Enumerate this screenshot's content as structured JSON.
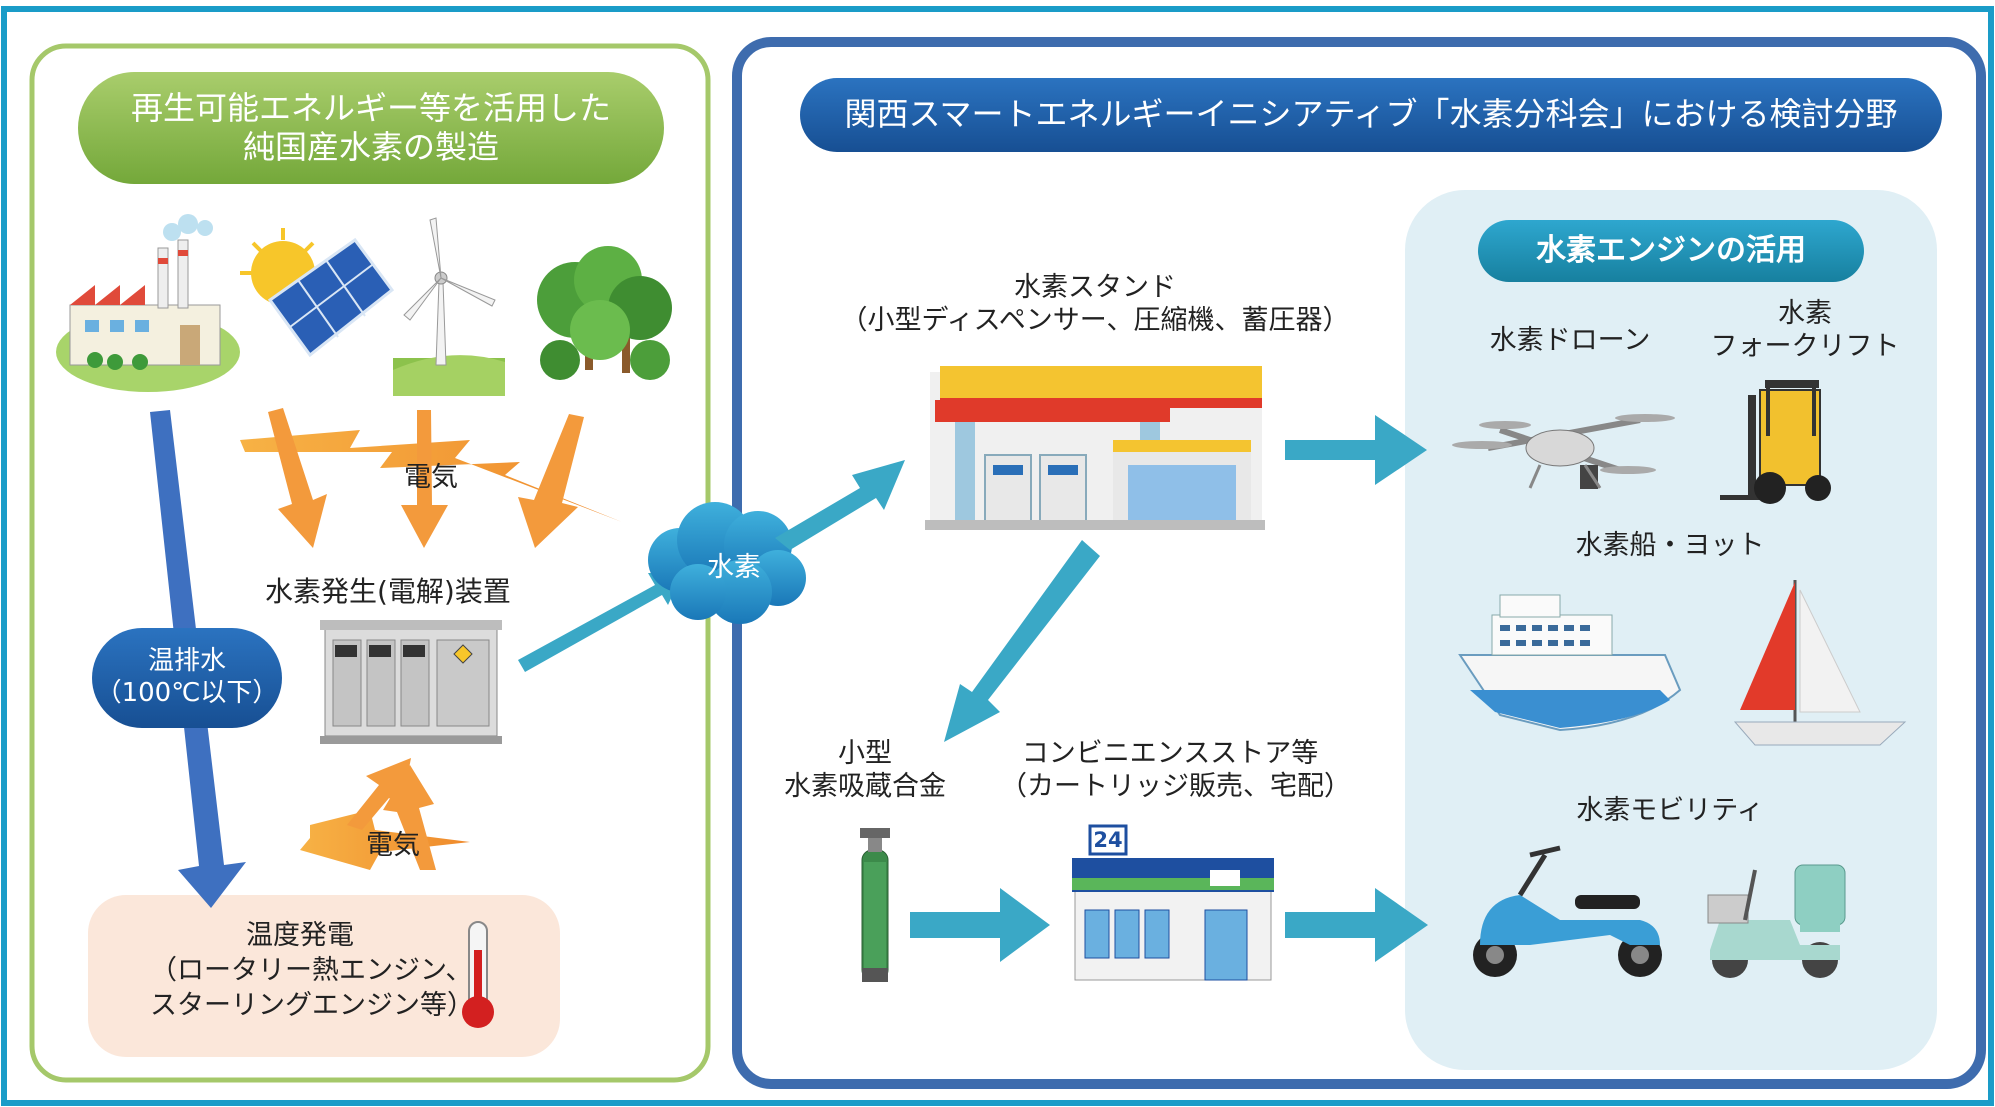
{
  "left_panel": {
    "title_line1": "再生可能エネルギー等を活用した",
    "title_line2": "純国産水素の製造",
    "electricity_top": "電気",
    "generator_label": "水素発生(電解)装置",
    "warm_water_line1": "温排水",
    "warm_water_line2": "（100℃以下）",
    "electricity_bottom": "電気",
    "temp_power_line1": "温度発電",
    "temp_power_line2": "（ロータリー熱エンジン、",
    "temp_power_line3": "スターリングエンジン等）"
  },
  "hydrogen_cloud": "水素",
  "right_panel": {
    "title": "関西スマートエネルギーイニシアティブ「水素分科会」における検討分野",
    "station_line1": "水素スタンド",
    "station_line2": "（小型ディスペンサー、圧縮機、蓄圧器）",
    "alloy_line1": "小型",
    "alloy_line2": "水素吸蔵合金",
    "conv_line1": "コンビニエンスストア等",
    "conv_line2": "（カートリッジ販売、宅配）",
    "conv_sign": "24",
    "engine_box": {
      "title": "水素エンジンの活用",
      "drone": "水素ドローン",
      "forklift_line1": "水素",
      "forklift_line2": "フォークリフト",
      "ship": "水素船・ヨット",
      "mobility": "水素モビリティ"
    }
  },
  "colors": {
    "frame_teal": "#1a9cc8",
    "left_green_border": "#a5c86a",
    "right_blue_border": "#3e6cae",
    "green_pill": "#8ab84a",
    "navy_pill": "#1f5ea8",
    "arrow_orange": "#f39a3c",
    "arrow_teal": "#3aa8c6",
    "arrow_blue": "#3e70c0",
    "engine_box_bg": "#e0eff5",
    "temp_box_bg": "#fbe7da"
  },
  "icons": [
    "factory-icon",
    "solar-panel-icon",
    "wind-turbine-icon",
    "forest-icon",
    "electrolyzer-icon",
    "thermometer-icon",
    "gas-station-icon",
    "gas-cylinder-icon",
    "convenience-store-icon",
    "drone-icon",
    "forklift-icon",
    "cruise-ship-icon",
    "sailboat-icon",
    "scooter-icon",
    "mobility-scooter-icon"
  ]
}
